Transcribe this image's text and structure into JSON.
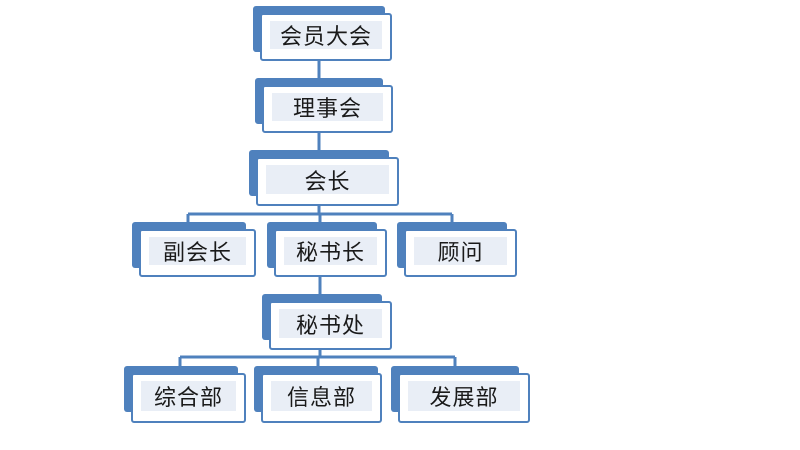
{
  "colors": {
    "accent": "#4f81bd",
    "box_fill": "#e9eef6",
    "line": "#4f81bd"
  },
  "org_chart": {
    "general_assembly": "会员大会",
    "council": "理事会",
    "president": "会长",
    "vice_president": "副会长",
    "secretary_general": "秘书长",
    "advisor": "顾问",
    "secretariat": "秘书处",
    "general_dept": "综合部",
    "info_dept": "信息部",
    "development_dept": "发展部"
  }
}
